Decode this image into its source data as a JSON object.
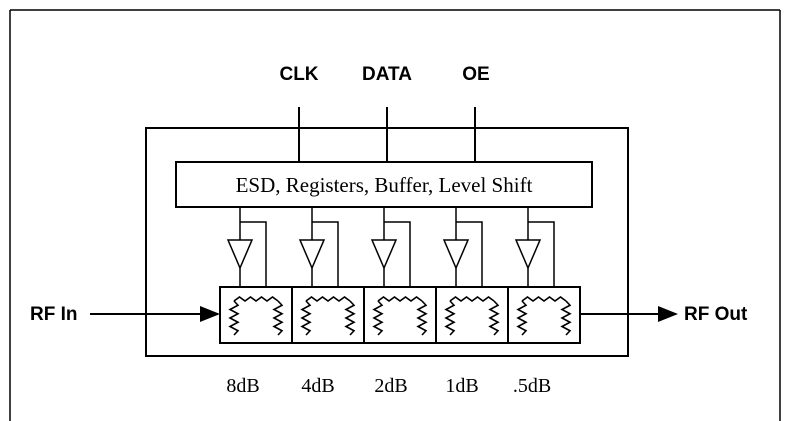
{
  "signals": {
    "clk": "CLK",
    "data": "DATA",
    "oe": "OE"
  },
  "control_block": {
    "label": "ESD, Registers, Buffer, Level Shift"
  },
  "ports": {
    "rf_in": "RF In",
    "rf_out": "RF Out"
  },
  "attenuator_stages": [
    {
      "label": "8dB"
    },
    {
      "label": "4dB"
    },
    {
      "label": "2dB"
    },
    {
      "label": "1dB"
    },
    {
      "label": ".5dB"
    }
  ]
}
